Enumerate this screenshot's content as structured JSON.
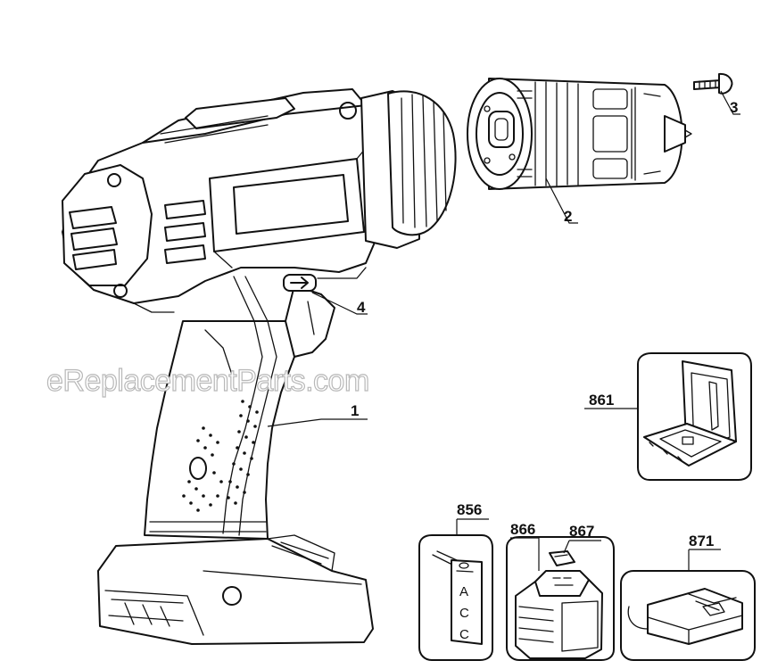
{
  "callouts": {
    "p1": "1",
    "p2": "2",
    "p3": "3",
    "p4": "4",
    "p856": "856",
    "p861": "861",
    "p866": "866",
    "p867": "867",
    "p871": "871"
  },
  "label_letters": [
    "A",
    "C",
    "C"
  ],
  "watermark": "eReplacementParts.com"
}
